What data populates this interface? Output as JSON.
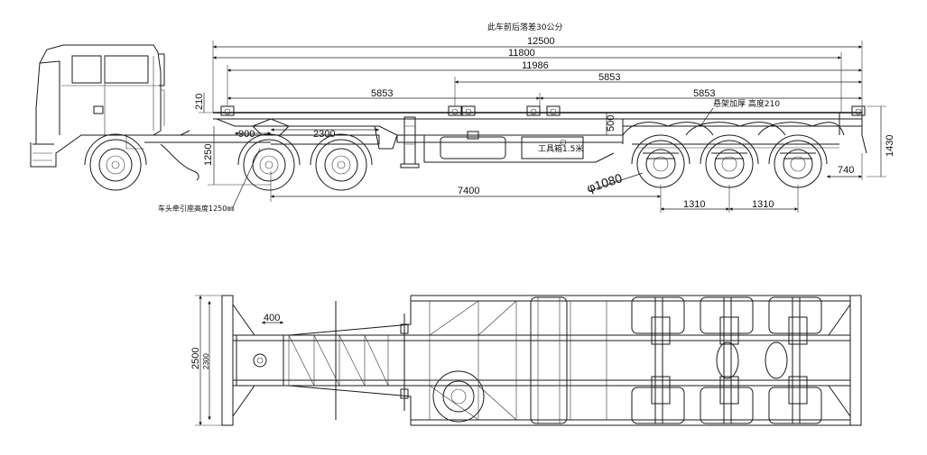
{
  "notes": {
    "height_diff": "此车前后落差30公分",
    "suspension": "悬架加厚 高度210",
    "toolbox": "工具箱1.5米",
    "fifth_wheel": "车头牵引座高度1250㎜"
  },
  "dims": {
    "overall": "12500",
    "d11800": "11800",
    "d11986": "11986",
    "d5853_top": "5853",
    "d5853_left": "5853",
    "d5853_right": "5853",
    "d210": "210",
    "d900": "900",
    "d2300": "2300",
    "d1250": "1250",
    "d500": "500",
    "d7400": "7400",
    "wheel_dia": "φ1080",
    "axle1": "1310",
    "axle2": "1310",
    "d740": "740",
    "d1430": "1430",
    "d400": "400",
    "width_outer": "2500",
    "width_inner": "2300"
  }
}
